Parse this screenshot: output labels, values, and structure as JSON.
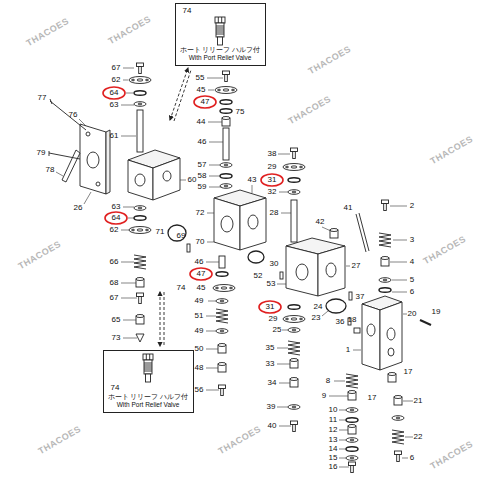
{
  "diagram": {
    "nodes": [
      {
        "text": [
          "74",
          "ホート リリーフ ハルフ付",
          "With Port Relief Valve"
        ]
      },
      {
        "text": [
          "74",
          "ホート リリーフ ハルフ付",
          "With Port Relief Valve"
        ]
      }
    ],
    "labels": [
      "77",
      "76",
      "67",
      "62",
      "64",
      "63",
      "61",
      "79",
      "78",
      "26",
      "60",
      "63",
      "64",
      "62",
      "71",
      "66",
      "68",
      "67",
      "65",
      "73",
      "55",
      "45",
      "47",
      "75",
      "44",
      "46",
      "57",
      "58",
      "59",
      "43",
      "72",
      "69",
      "70",
      "46",
      "47",
      "74",
      "45",
      "49",
      "51",
      "49",
      "50",
      "48",
      "56",
      "38",
      "29",
      "31",
      "32",
      "28",
      "42",
      "41",
      "52",
      "30",
      "53",
      "27",
      "24",
      "23",
      "37",
      "36",
      "31",
      "29",
      "25",
      "35",
      "33",
      "34",
      "39",
      "40",
      "2",
      "3",
      "4",
      "5",
      "6",
      "20",
      "19",
      "18",
      "1",
      "17",
      "17",
      "8",
      "9",
      "10",
      "11",
      "12",
      "13",
      "14",
      "15",
      "16",
      "21",
      "22",
      "6",
      "THACOES",
      "THACOES",
      "THACOES",
      "THACOES",
      "THACOES",
      "THACOES",
      "THACOES",
      "THACOES",
      "THACOES",
      "THACOES"
    ]
  }
}
